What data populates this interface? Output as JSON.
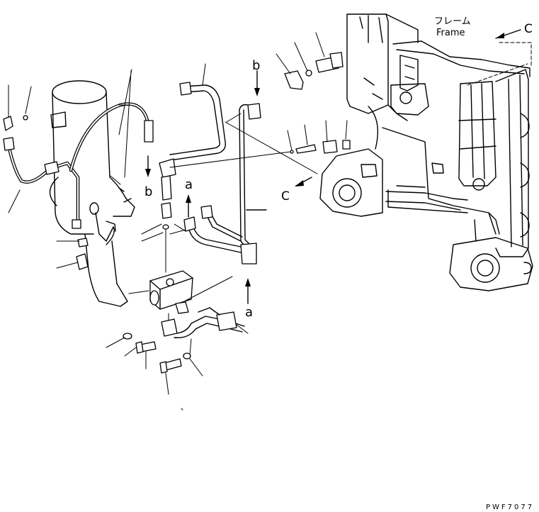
{
  "labels": {
    "frame_jp": "フレーム",
    "frame_en": "Frame",
    "view_c_top": "C",
    "view_c_mid": "C",
    "arrow_a_upper": "a",
    "arrow_a_lower": "a",
    "arrow_b_upper": "b",
    "arrow_b_lower": "b"
  },
  "drawing_code": "PWF7077"
}
